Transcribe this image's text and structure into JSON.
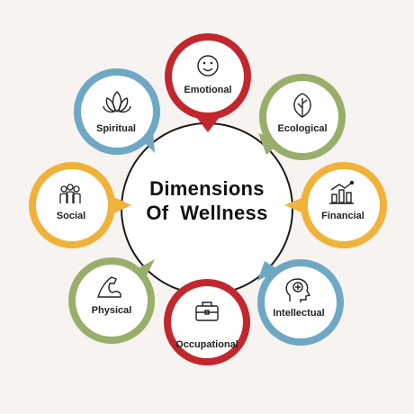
{
  "title": {
    "line1": "Dimensions",
    "line2": "Of  Wellness"
  },
  "colors": {
    "red": "#c1272d",
    "green": "#9aae6c",
    "orange": "#f0b23a",
    "blue": "#6fa8c3",
    "center_stroke": "#1a1a1a",
    "background": "#f7f3f1"
  },
  "dimensions": [
    {
      "label": "Emotional",
      "icon": "smiley-icon",
      "color": "red"
    },
    {
      "label": "Ecological",
      "icon": "leaf-icon",
      "color": "green"
    },
    {
      "label": "Financial",
      "icon": "bar-chart-icon",
      "color": "orange"
    },
    {
      "label": "Intellectual",
      "icon": "head-brain-icon",
      "color": "blue"
    },
    {
      "label": "Occupational",
      "icon": "briefcase-icon",
      "color": "red"
    },
    {
      "label": "Physical",
      "icon": "flexed-arm-icon",
      "color": "green"
    },
    {
      "label": "Social",
      "icon": "people-group-icon",
      "color": "orange"
    },
    {
      "label": "Spiritual",
      "icon": "lotus-icon",
      "color": "blue"
    }
  ]
}
